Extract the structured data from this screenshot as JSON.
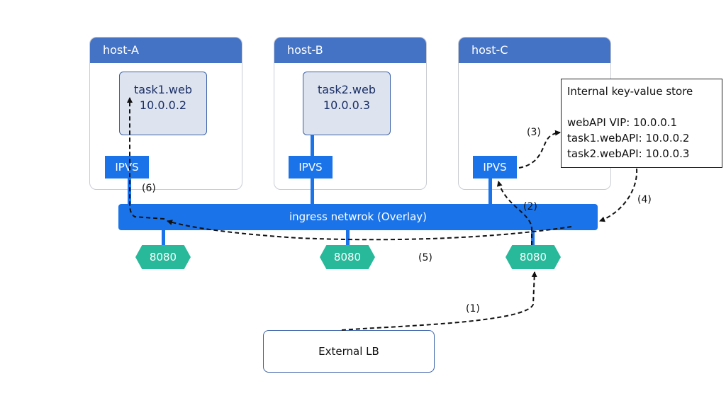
{
  "hosts": {
    "a": {
      "title": "host-A",
      "task_name": "task1.web",
      "task_ip": "10.0.0.2",
      "ipvs": "IPVS"
    },
    "b": {
      "title": "host-B",
      "task_name": "task2.web",
      "task_ip": "10.0.0.3",
      "ipvs": "IPVS"
    },
    "c": {
      "title": "host-C",
      "ipvs": "IPVS"
    }
  },
  "overlay_label": "ingress netwrok (Overlay)",
  "ports": [
    "8080",
    "8080",
    "8080"
  ],
  "kv_store": {
    "title": "Internal key-value store",
    "entries": [
      "webAPI VIP: 10.0.0.1",
      "task1.webAPI: 10.0.0.2",
      "task2.webAPI: 10.0.0.3"
    ]
  },
  "external_lb": "External LB",
  "steps": [
    "(1)",
    "(2)",
    "(3)",
    "(4)",
    "(5)",
    "(6)"
  ],
  "colors": {
    "host_header": "#4472c4",
    "overlay": "#1a73e8",
    "port": "#27b99a",
    "task_bg": "#dde3ef"
  }
}
